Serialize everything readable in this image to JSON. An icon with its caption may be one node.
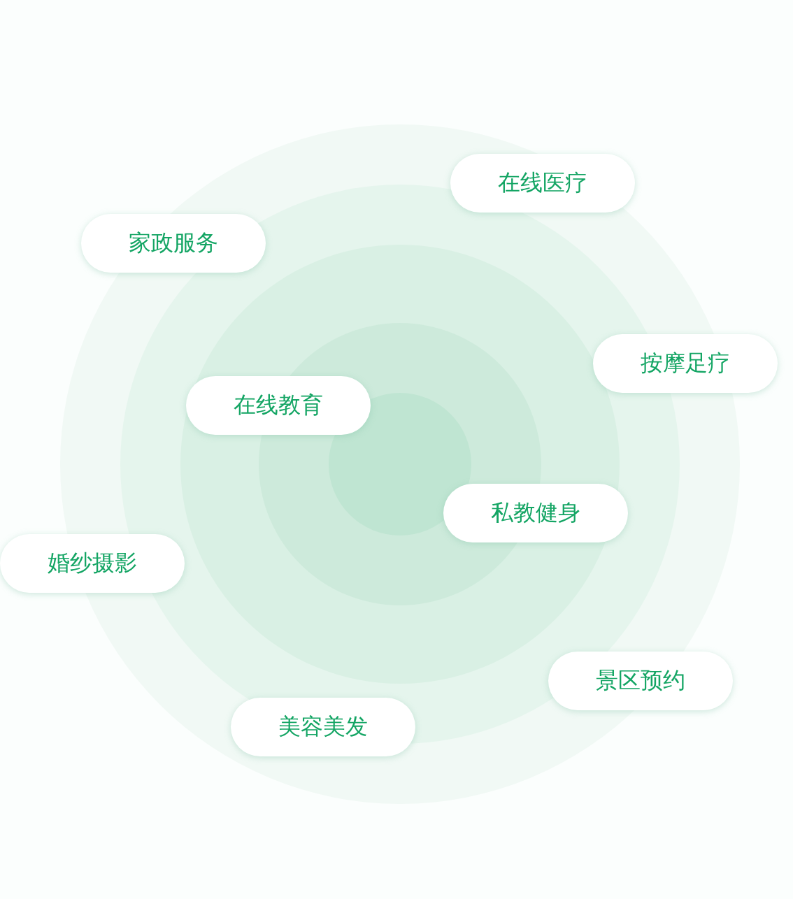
{
  "diagram": {
    "nodes": [
      {
        "text": [
          "在线医疗"
        ]
      },
      {
        "text": [
          "家政服务"
        ]
      },
      {
        "text": [
          "按摩足疗"
        ]
      },
      {
        "text": [
          "在线教育"
        ]
      },
      {
        "text": [
          "私教健身"
        ]
      },
      {
        "text": [
          "婚纱摄影"
        ]
      },
      {
        "text": [
          "景区预约"
        ]
      },
      {
        "text": [
          "美容美发"
        ]
      }
    ]
  }
}
